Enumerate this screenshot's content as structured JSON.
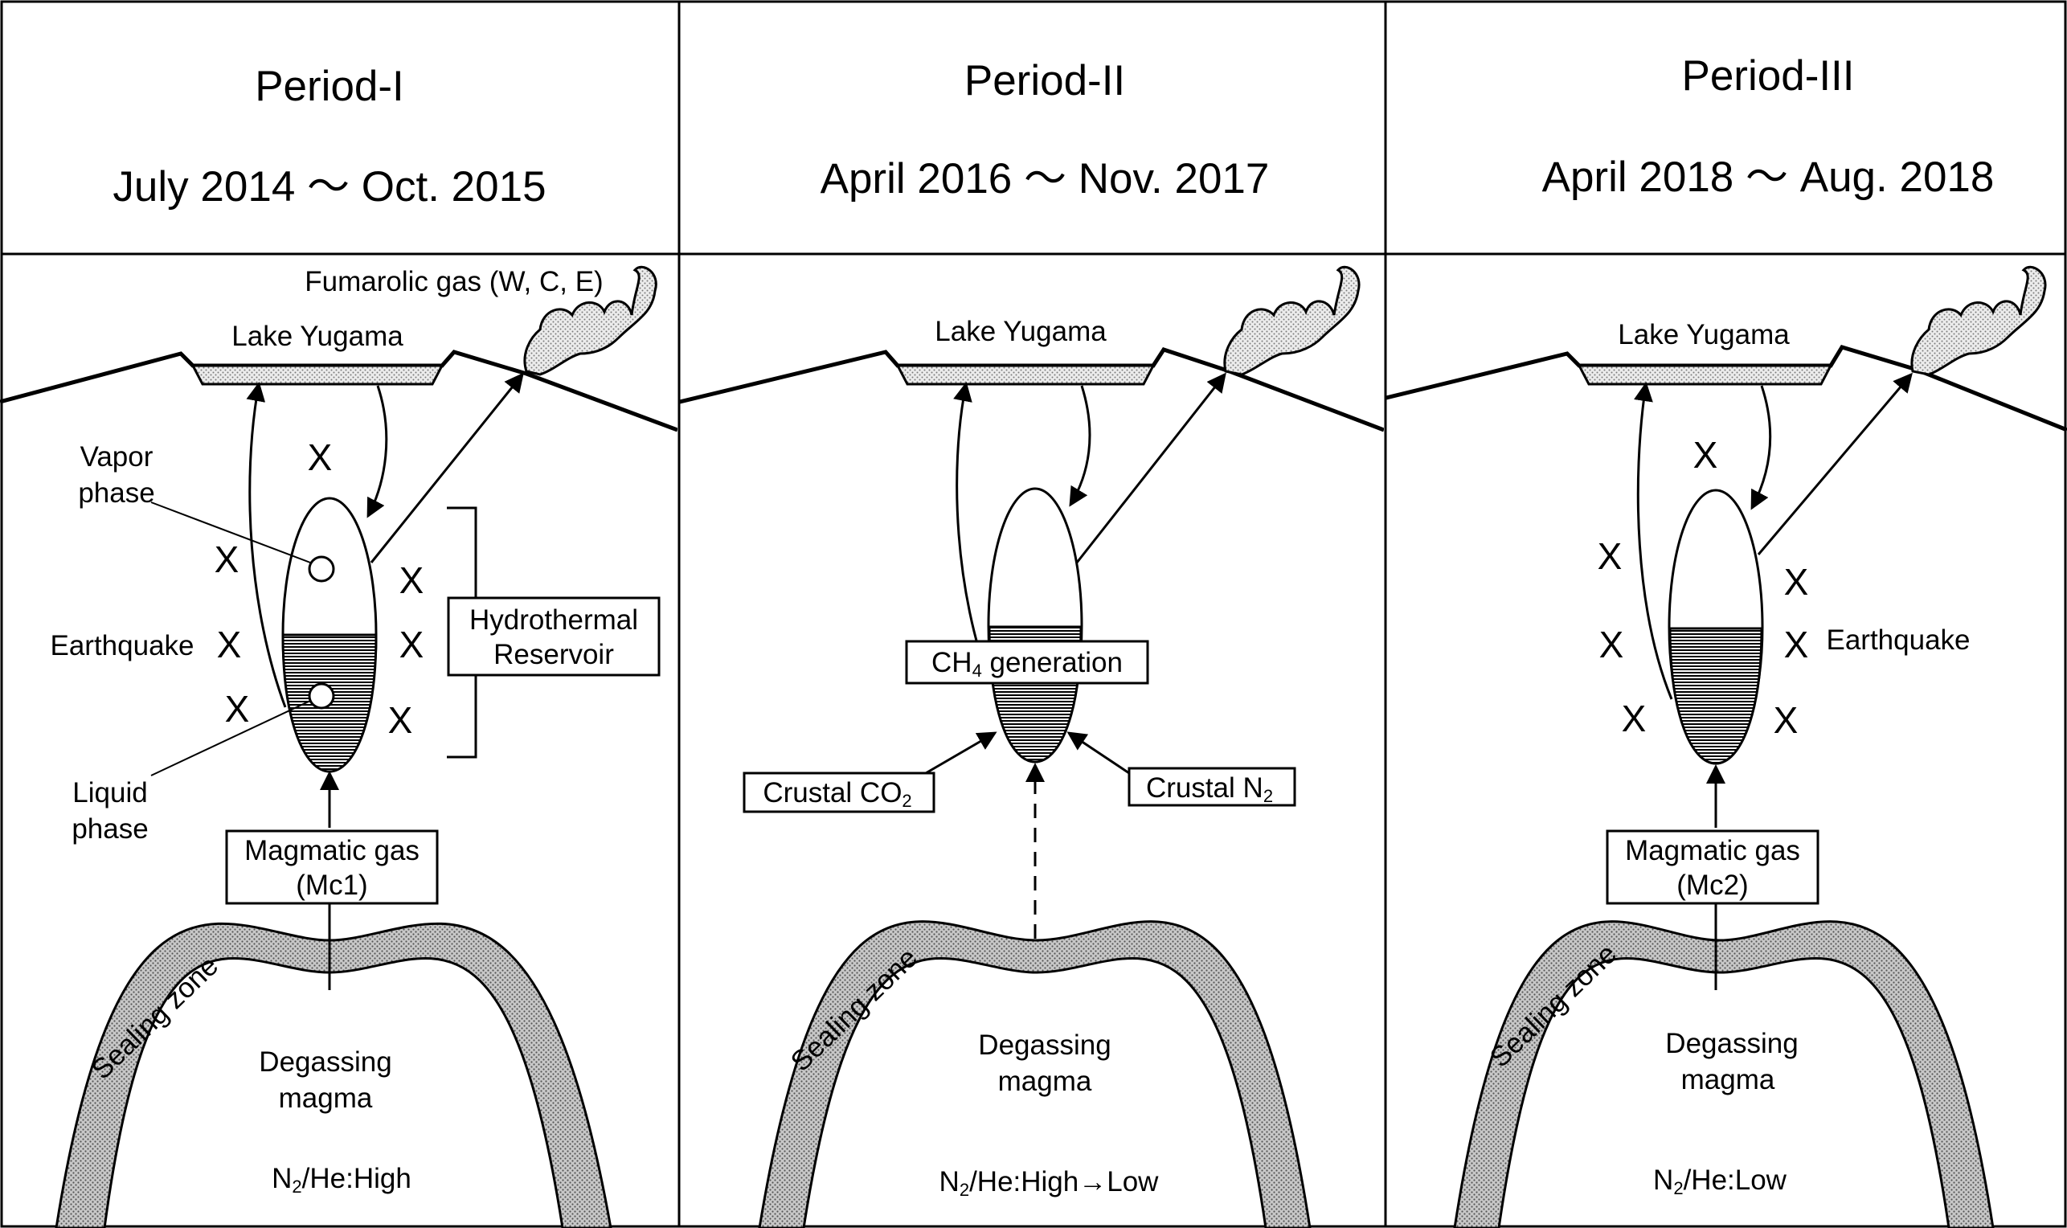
{
  "panels": [
    {
      "id": "p1",
      "period": "Period-I",
      "dates": "July 2014 〜 Oct. 2015",
      "lake": "Lake Yugama",
      "fumarole_label": "Fumarolic gas (W, C, E)",
      "vapor_label": [
        "Vapor",
        "phase"
      ],
      "liquid_label": [
        "Liquid",
        "phase"
      ],
      "earthquake_label": "Earthquake",
      "reservoir_label": [
        "Hydrothermal",
        "Reservoir"
      ],
      "gas_box": [
        "Magmatic gas",
        "(Mc1)"
      ],
      "sealing_zone": "Sealing zone",
      "magma_label": [
        "Degassing",
        "magma"
      ],
      "ratio_prefix": "N",
      "ratio_sub": "2",
      "ratio_suffix": "/He:High",
      "quake_mark": "X"
    },
    {
      "id": "p2",
      "period": "Period-II",
      "dates": "April 2016 〜 Nov. 2017",
      "lake": "Lake Yugama",
      "ch4_prefix": "CH",
      "ch4_sub": "4",
      "ch4_suffix": " generation",
      "crustal_co2_prefix": "Crustal CO",
      "crustal_co2_sub": "2",
      "crustal_n2_prefix": "Crustal N",
      "crustal_n2_sub": "2",
      "sealing_zone": "Sealing zone",
      "magma_label": [
        "Degassing",
        "magma"
      ],
      "ratio_prefix": "N",
      "ratio_sub": "2",
      "ratio_suffix": "/He:High→Low"
    },
    {
      "id": "p3",
      "period": "Period-III",
      "dates": "April 2018 〜 Aug. 2018",
      "lake": "Lake Yugama",
      "earthquake_label": "Earthquake",
      "gas_box": [
        "Magmatic gas",
        "(Mc2)"
      ],
      "sealing_zone": "Sealing zone",
      "magma_label": [
        "Degassing",
        "magma"
      ],
      "ratio_prefix": "N",
      "ratio_sub": "2",
      "ratio_suffix": "/He:Low",
      "quake_mark": "X"
    }
  ]
}
